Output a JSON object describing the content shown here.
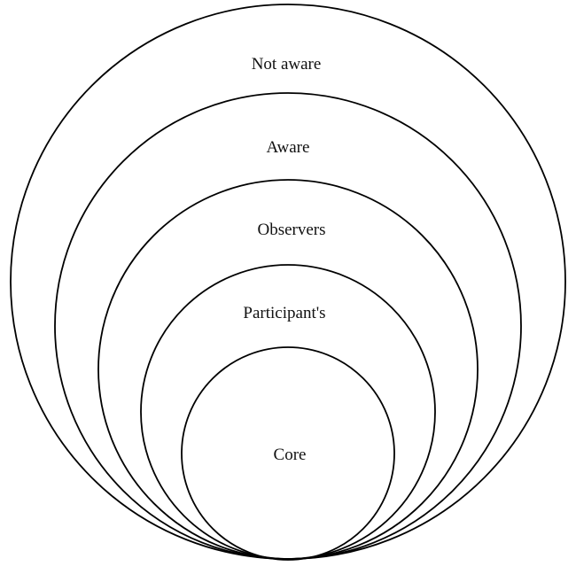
{
  "diagram": {
    "type": "nested-circles",
    "rings": [
      {
        "id": "not-aware",
        "label": "Not aware"
      },
      {
        "id": "aware",
        "label": "Aware"
      },
      {
        "id": "observers",
        "label": "Observers"
      },
      {
        "id": "participants",
        "label": "Participant's"
      },
      {
        "id": "core",
        "label": "Core"
      }
    ],
    "colors": {
      "stroke": "#000000",
      "text": "#111111",
      "background": "#ffffff"
    }
  }
}
